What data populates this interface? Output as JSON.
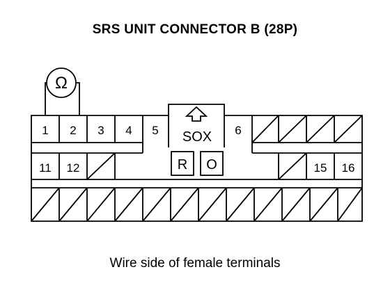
{
  "title": "SRS UNIT CONNECTOR B (28P)",
  "caption": "Wire side of female terminals",
  "meter_symbol": "Ω",
  "meter_icon": "ohmmeter-icon",
  "lock_arrow_icon": "up-arrow-icon",
  "sox_label": "SOX",
  "row1_terminals": [
    "1",
    "2",
    "3",
    "4",
    "5",
    "6"
  ],
  "row2_terminals": [
    "11",
    "12",
    "15",
    "16"
  ],
  "r_label": "R",
  "o_label": "O",
  "colors": {
    "line": "#000000",
    "background": "#ffffff"
  }
}
